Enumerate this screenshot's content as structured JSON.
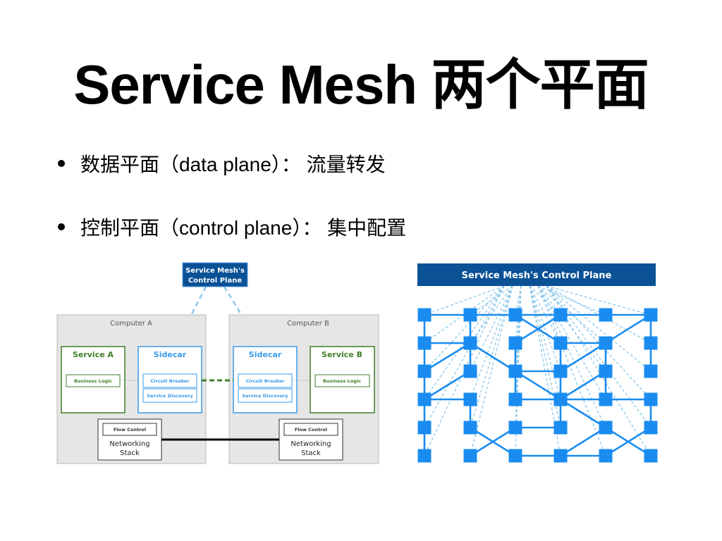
{
  "slide": {
    "title": "Service Mesh 两个平面",
    "bullets": [
      {
        "label": "数据平面（data plane）：  流量转发"
      },
      {
        "label": "控制平面（control plane）：  集中配置"
      }
    ]
  },
  "left_diagram": {
    "control_plane": {
      "line1": "Service Mesh's",
      "line2": "Control Plane"
    },
    "computer_a": {
      "label": "Computer A",
      "service": {
        "title": "Service A",
        "component": "Business Logic"
      },
      "sidecar": {
        "title": "Sidecar",
        "components": [
          "Circuit Breaker",
          "Service Discovery"
        ]
      },
      "networking": {
        "component": "Flow Control",
        "line1": "Networking",
        "line2": "Stack"
      }
    },
    "computer_b": {
      "label": "Computer B",
      "service": {
        "title": "Service B",
        "component": "Business Logic"
      },
      "sidecar": {
        "title": "Sidecar",
        "components": [
          "Circuit Breaker",
          "Service Discovery"
        ]
      },
      "networking": {
        "component": "Flow Control",
        "line1": "Networking",
        "line2": "Stack"
      }
    }
  },
  "right_diagram": {
    "header": "Service Mesh's Control Plane",
    "grid": {
      "cols": 6,
      "rows": 6
    },
    "edges": [
      [
        0,
        0,
        1,
        0
      ],
      [
        1,
        0,
        2,
        0
      ],
      [
        2,
        0,
        3,
        0
      ],
      [
        3,
        0,
        4,
        0
      ],
      [
        4,
        0,
        5,
        0
      ],
      [
        0,
        0,
        0,
        1
      ],
      [
        0,
        1,
        0,
        2
      ],
      [
        0,
        2,
        0,
        3
      ],
      [
        0,
        3,
        0,
        4
      ],
      [
        0,
        4,
        0,
        5
      ],
      [
        1,
        0,
        1,
        1
      ],
      [
        1,
        1,
        1,
        2
      ],
      [
        1,
        3,
        1,
        4
      ],
      [
        2,
        0,
        3,
        1
      ],
      [
        3,
        0,
        2,
        1
      ],
      [
        0,
        1,
        1,
        1
      ],
      [
        1,
        1,
        0,
        2
      ],
      [
        1,
        1,
        2,
        2
      ],
      [
        1,
        2,
        0,
        3
      ],
      [
        0,
        3,
        1,
        3
      ],
      [
        2,
        1,
        2,
        2
      ],
      [
        2,
        2,
        2,
        3
      ],
      [
        2,
        2,
        3,
        2
      ],
      [
        2,
        2,
        3,
        3
      ],
      [
        3,
        1,
        3,
        2
      ],
      [
        3,
        1,
        4,
        1
      ],
      [
        4,
        1,
        3,
        2
      ],
      [
        4,
        1,
        5,
        0
      ],
      [
        4,
        1,
        4,
        2
      ],
      [
        3,
        2,
        3,
        3
      ],
      [
        3,
        3,
        3,
        4
      ],
      [
        2,
        3,
        3,
        3
      ],
      [
        3,
        3,
        4,
        2
      ],
      [
        3,
        3,
        4,
        3
      ],
      [
        4,
        3,
        5,
        3
      ],
      [
        3,
        3,
        4,
        4
      ],
      [
        4,
        2,
        4,
        3
      ],
      [
        5,
        0,
        5,
        1
      ],
      [
        5,
        1,
        5,
        2
      ],
      [
        5,
        3,
        5,
        4
      ],
      [
        2,
        4,
        3,
        4
      ],
      [
        1,
        4,
        2,
        5
      ],
      [
        1,
        5,
        2,
        4
      ],
      [
        2,
        5,
        3,
        5
      ],
      [
        3,
        5,
        4,
        4
      ],
      [
        3,
        5,
        4,
        5
      ],
      [
        4,
        4,
        5,
        5
      ],
      [
        4,
        5,
        5,
        4
      ]
    ],
    "colors": {
      "node": "#1a8cf0",
      "header": "#0a5196",
      "dashed": "#8cc8ea"
    }
  },
  "colors": {
    "service_green": "#3f7f2a",
    "sidecar_blue": "#3a9ae8",
    "computer_bg": "#e6e6e6",
    "control_box": "#0a5196"
  }
}
